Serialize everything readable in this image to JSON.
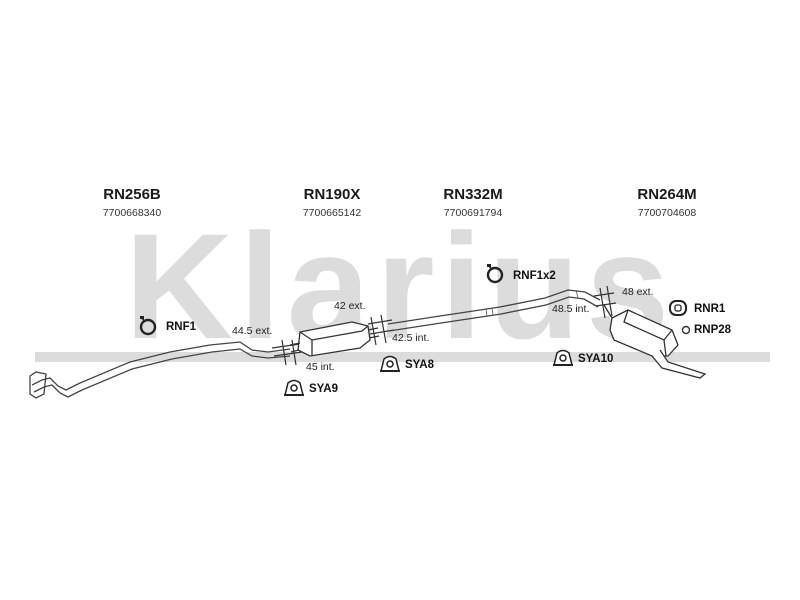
{
  "watermark": {
    "text": "Klarius",
    "color": "#d9d9d9"
  },
  "parts": [
    {
      "code": "RN256B",
      "number": "7700668340"
    },
    {
      "code": "RN190X",
      "number": "7700665142"
    },
    {
      "code": "RN332M",
      "number": "7700691794"
    },
    {
      "code": "RN264M",
      "number": "7700704608"
    }
  ],
  "dimensions": {
    "d1_ext": "44.5 ext.",
    "d1_int": "45 int.",
    "d2_ext": "42 ext.",
    "d2_int": "42.5 int.",
    "d3_ext": "48 ext.",
    "d3_int": "48.5 int."
  },
  "accessories": {
    "rnf1": "RNF1",
    "rnf1x2": "RNF1x2",
    "sya9": "SYA9",
    "sya8": "SYA8",
    "sya10": "SYA10",
    "rnr1": "RNR1",
    "rnp28": "RNP28"
  },
  "icons": {
    "ring_clamp": "ring-clamp-icon",
    "rubber_mount": "rubber-mount-icon",
    "small_clamp": "small-clamp-icon"
  }
}
